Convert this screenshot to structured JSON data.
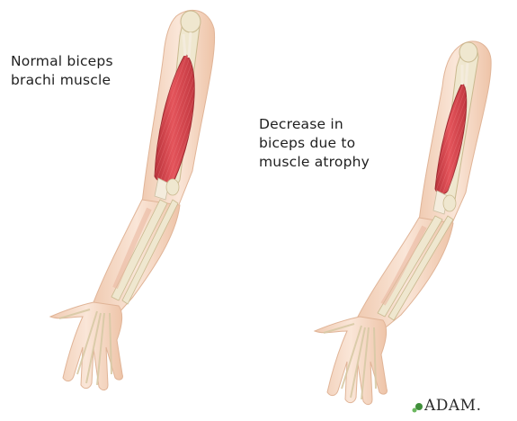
{
  "labels": {
    "normal": "Normal biceps\nbrachi muscle",
    "atrophy": "Decrease in\nbiceps due to\nmuscle atrophy"
  },
  "logo": {
    "text": "ADAM."
  },
  "colors": {
    "skin": "#f5d8c4",
    "skin_edge": "#e2b79c",
    "bone": "#efe7cf",
    "bone_edge": "#c9b98f",
    "muscle": "#d9414a",
    "muscle_light": "#ef7a80",
    "tendon": "#f4ecdd",
    "logo_green": "#3f8f3a"
  }
}
